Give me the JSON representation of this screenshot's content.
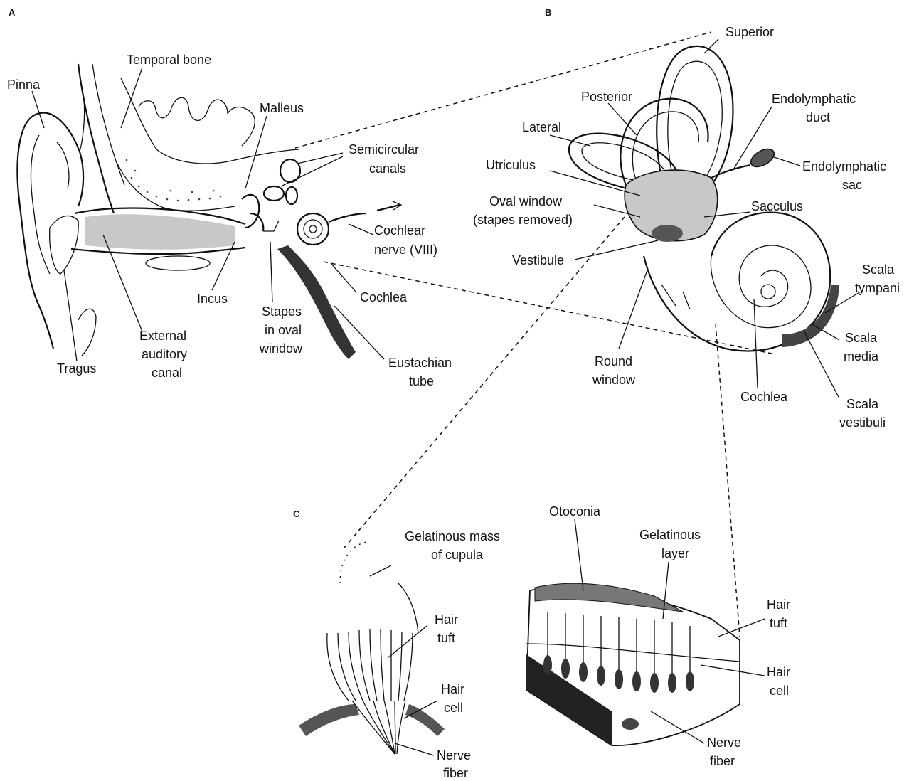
{
  "panels": {
    "a": "A",
    "b": "B",
    "c": "C"
  },
  "labels_a": {
    "pinna": "Pinna",
    "temporal_bone": "Temporal bone",
    "malleus": "Malleus",
    "semicircular_1": "Semicircular",
    "semicircular_2": "canals",
    "cochlear_nerve_1": "Cochlear",
    "cochlear_nerve_2": "nerve (VIII)",
    "cochlea": "Cochlea",
    "incus": "Incus",
    "stapes_1": "Stapes",
    "stapes_2": "in oval",
    "stapes_3": "window",
    "external_1": "External",
    "external_2": "auditory",
    "external_3": "canal",
    "tragus": "Tragus",
    "eustachian_1": "Eustachian",
    "eustachian_2": "tube"
  },
  "labels_b": {
    "superior": "Superior",
    "posterior": "Posterior",
    "lateral": "Lateral",
    "endo_duct_1": "Endolymphatic",
    "endo_duct_2": "duct",
    "endo_sac_1": "Endolymphatic",
    "endo_sac_2": "sac",
    "utriculus": "Utriculus",
    "oval_window_1": "Oval window",
    "oval_window_2": "(stapes removed)",
    "sacculus": "Sacculus",
    "vestibule": "Vestibule",
    "scala_tympani_1": "Scala",
    "scala_tympani_2": "tympani",
    "scala_media_1": "Scala",
    "scala_media_2": "media",
    "round_window_1": "Round",
    "round_window_2": "window",
    "cochlea": "Cochlea",
    "scala_vestibuli_1": "Scala",
    "scala_vestibuli_2": "vestibuli"
  },
  "labels_c": {
    "cupula_1": "Gelatinous mass",
    "cupula_2": "of cupula",
    "hair_tuft_1": "Hair",
    "hair_tuft_2": "tuft",
    "hair_cell_1": "Hair",
    "hair_cell_2": "cell",
    "nerve_fiber_1": "Nerve",
    "nerve_fiber_2": "fiber",
    "otoconia": "Otoconia",
    "gel_layer_1": "Gelatinous",
    "gel_layer_2": "layer",
    "r_hair_tuft_1": "Hair",
    "r_hair_tuft_2": "tuft",
    "r_hair_cell_1": "Hair",
    "r_hair_cell_2": "cell",
    "r_nerve_fiber_1": "Nerve",
    "r_nerve_fiber_2": "fiber"
  }
}
